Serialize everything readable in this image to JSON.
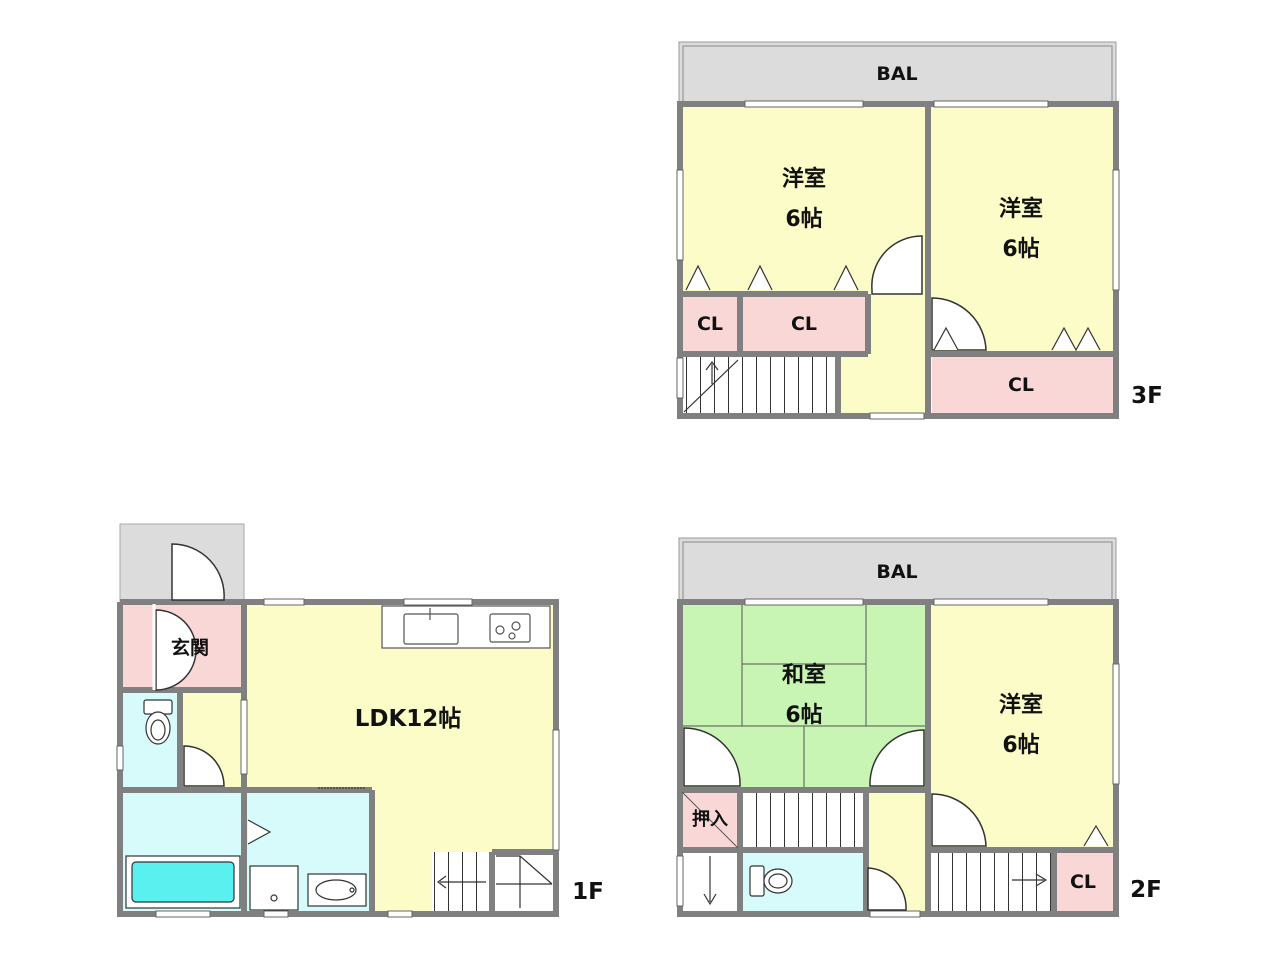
{
  "floors": {
    "third": {
      "floor_label": "3F",
      "balcony": "BAL",
      "room_left_name": "洋室",
      "room_left_size": "6帖",
      "room_right_name": "洋室",
      "room_right_size": "6帖",
      "closet_small": "CL",
      "closet_mid": "CL",
      "closet_right": "CL"
    },
    "second": {
      "floor_label": "2F",
      "balcony": "BAL",
      "tatami_room_name": "和室",
      "tatami_room_size": "6帖",
      "room_right_name": "洋室",
      "room_right_size": "6帖",
      "oshiire": "押入",
      "closet": "CL"
    },
    "first": {
      "floor_label": "1F",
      "entrance": "玄関",
      "ldk": "LDK12帖"
    }
  },
  "colors": {
    "wall": "#808080",
    "western_room": "#fcfcc8",
    "tatami": "#c8f5b4",
    "closet": "#fad7d7",
    "water": "#d7fafa",
    "balcony": "#dcdcdc",
    "bathtub": "#5af0f0"
  }
}
